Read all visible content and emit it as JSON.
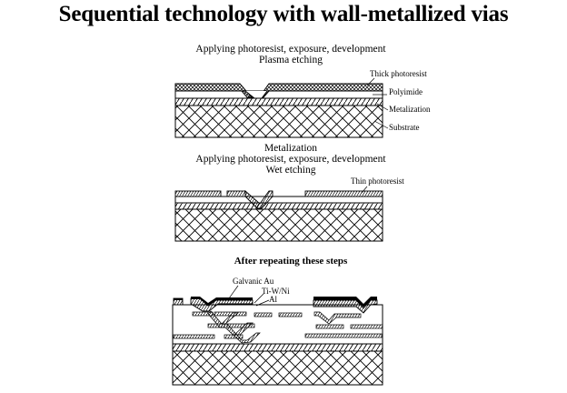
{
  "title": "Sequential technology with wall-metallized vias",
  "step1": {
    "caption_line1": "Applying photoresist, exposure, development",
    "caption_line2": "Plasma etching",
    "labels": {
      "thick_photoresist": "Thick photoresist",
      "polyimide": "Polyimide",
      "metalization": "Metalization",
      "substrate": "Substrate"
    }
  },
  "step2": {
    "caption_line1": "Metalization",
    "caption_line2": "Applying photoresist, exposure, development",
    "caption_line3": "Wet etching",
    "labels": {
      "thin_photoresist": "Thin photoresist"
    }
  },
  "step3": {
    "caption": "After repeating these steps",
    "labels": {
      "galvanic_au": "Galvanic Au",
      "ti_w_ni": "Ti-W/Ni",
      "al": "Al"
    }
  }
}
